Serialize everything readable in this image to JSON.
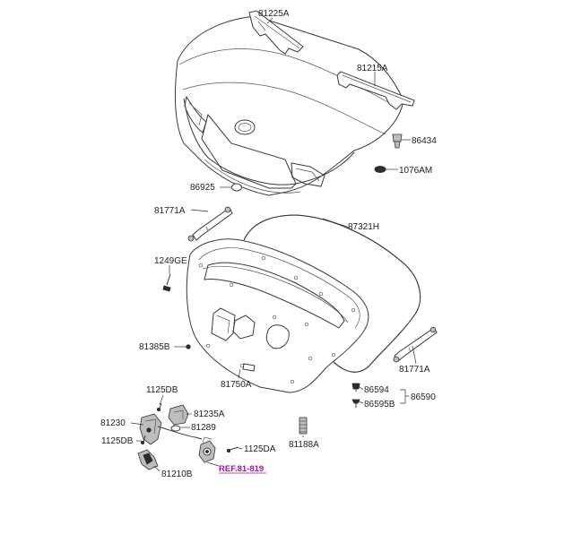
{
  "part_labels": {
    "p81225A": "81225A",
    "p81215A": "81215A",
    "p86434": "86434",
    "p1076AM": "1076AM",
    "p86925": "86925",
    "p81771A_left": "81771A",
    "p87321H": "87321H",
    "p1249GE": "1249GE",
    "p81385B": "81385B",
    "p81750A": "81750A",
    "p81771A_right": "81771A",
    "p86594": "86594",
    "p86590": "86590",
    "p86595B": "86595B",
    "p1125DB_top": "1125DB",
    "p81235A": "81235A",
    "p81230": "81230",
    "p81289": "81289",
    "p1125DB_mid": "1125DB",
    "p81188A": "81188A",
    "p1125DA": "1125DA",
    "p81210B": "81210B"
  },
  "reference": {
    "label": "REF.81-819",
    "color": "#a0149b"
  },
  "colors": {
    "line": "#3a3a3a",
    "text": "#222222",
    "background": "#ffffff"
  }
}
